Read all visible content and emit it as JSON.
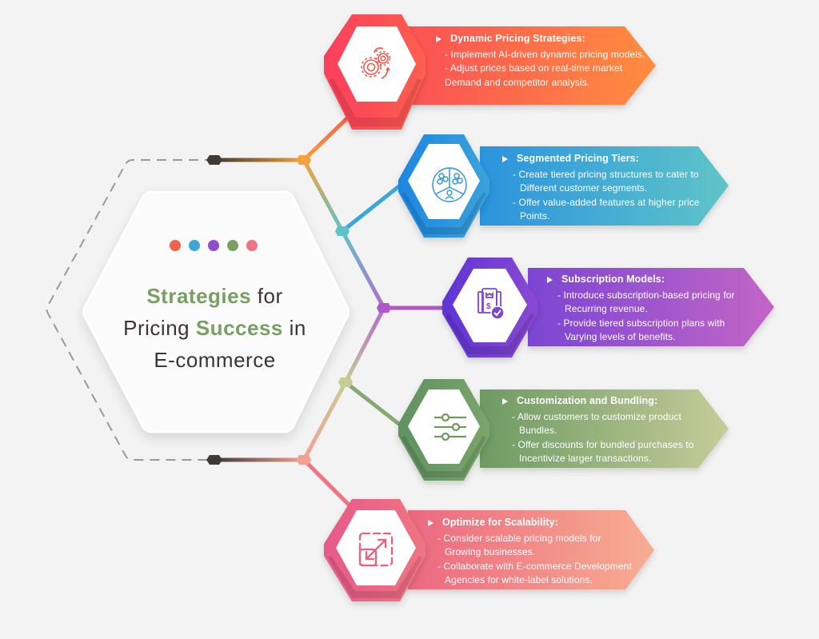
{
  "title": {
    "line1": [
      "Strategies",
      " for"
    ],
    "line2": [
      "Pricing ",
      "Success",
      " in"
    ],
    "line3": "E-commerce",
    "highlight_color": "#78a063",
    "text_color": "#3c3535"
  },
  "title_dots": [
    "#f26148",
    "#3ba8d8",
    "#8f4fcc",
    "#78a063",
    "#ee7383"
  ],
  "strategies": [
    {
      "id": "dynamic-pricing",
      "icon": "gears-icon",
      "title": "Dynamic Pricing Strategies:",
      "bullets": [
        [
          "- Implement AI-driven dynamic pricing models."
        ],
        [
          "- Adjust prices based on real-time market",
          "Demand and competitor analysis."
        ]
      ],
      "color_start": "#fb4159",
      "color_end": "#ff8d3e"
    },
    {
      "id": "segmented-tiers",
      "icon": "customer-segments-icon",
      "title": "Segmented Pricing Tiers:",
      "bullets": [
        [
          "- Create tiered pricing structures to cater to",
          "Different customer segments."
        ],
        [
          "- Offer value-added features at higher price",
          "Points."
        ]
      ],
      "color_start": "#1f8fe0",
      "color_end": "#5bc4c9"
    },
    {
      "id": "subscription-models",
      "icon": "subscription-plan-icon",
      "title": "Subscription Models:",
      "bullets": [
        [
          "- Introduce subscription-based pricing for",
          "Recurring revenue."
        ],
        [
          "- Provide tiered subscription plans with",
          "Varying levels of benefits."
        ]
      ],
      "color_start": "#6a3fd6",
      "color_end": "#c064c4"
    },
    {
      "id": "customization-bundling",
      "icon": "sliders-icon",
      "title": "Customization and Bundling:",
      "bullets": [
        [
          "- Allow customers to customize product",
          "Bundles."
        ],
        [
          "- Offer discounts for bundled purchases to",
          "Incentivize larger transactions."
        ]
      ],
      "color_start": "#6b9a62",
      "color_end": "#c3ca98"
    },
    {
      "id": "scalability",
      "icon": "scale-resize-icon",
      "title": "Optimize for Scalability:",
      "bullets": [
        [
          "- Consider scalable pricing models for",
          "Growing businesses."
        ],
        [
          "- Collaborate with E-commerce Development",
          "Agencies for white-label solutions."
        ]
      ],
      "color_start": "#e9628a",
      "color_end": "#f7ac91"
    }
  ]
}
